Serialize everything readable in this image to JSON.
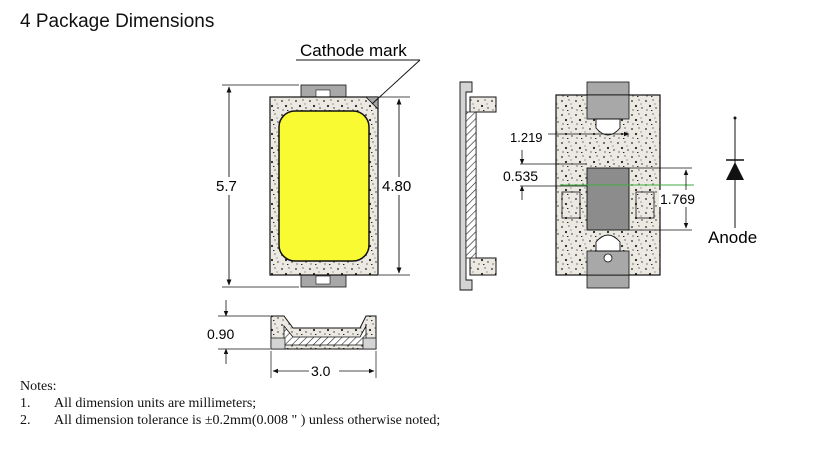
{
  "heading": "4 Package Dimensions",
  "labels": {
    "cathode_mark": "Cathode mark",
    "height_total": "5.7",
    "height_inner": "4.80",
    "thickness": "0.90",
    "width": "3.0",
    "bottom_dim_a": "1.219",
    "bottom_dim_b": "0.535",
    "bottom_dim_c": "1.769",
    "anode": "Anode"
  },
  "notes": {
    "title": "Notes:",
    "items": [
      {
        "number": "1.",
        "text": "All dimension units are millimeters;"
      },
      {
        "number": "2.",
        "text": "All dimension tolerance is  ±0.2mm(0.008 \" ) unless otherwise noted;"
      }
    ]
  },
  "colors": {
    "led_face": "#fafa32",
    "package_body": "#ece9e2",
    "lead_grey": "#a8a8a8",
    "center_pad": "#8c8c8c",
    "green_guide": "#3fae3f",
    "line": "#111111"
  }
}
